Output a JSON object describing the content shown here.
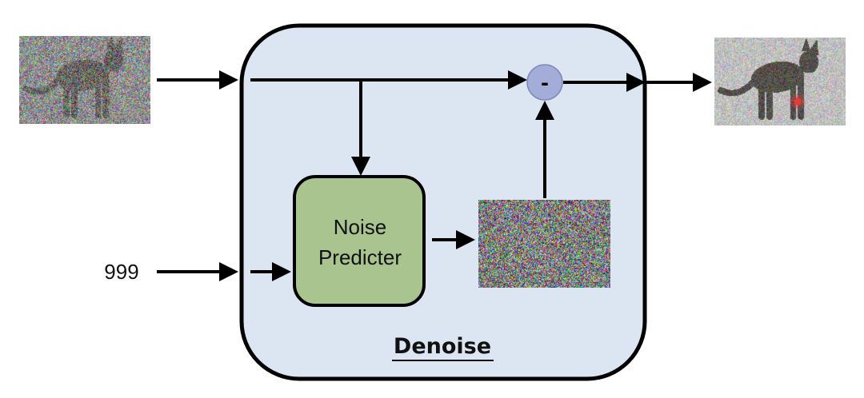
{
  "diagram": {
    "input_label": "999",
    "predictor_label_line1": "Noise",
    "predictor_label_line2": "Predicter",
    "operator_symbol": "-",
    "block_title": "Denoise",
    "colors": {
      "block_fill": "#dce6f2",
      "predictor_fill": "#a9c48e",
      "operator_fill": "#a4acd8",
      "stroke": "#000000",
      "cursor_dot": "#e83a3a"
    },
    "images": {
      "input_image": "noisy-cat-image",
      "predicted_noise": "noise-image",
      "output_image": "less-noisy-cat-image"
    }
  }
}
